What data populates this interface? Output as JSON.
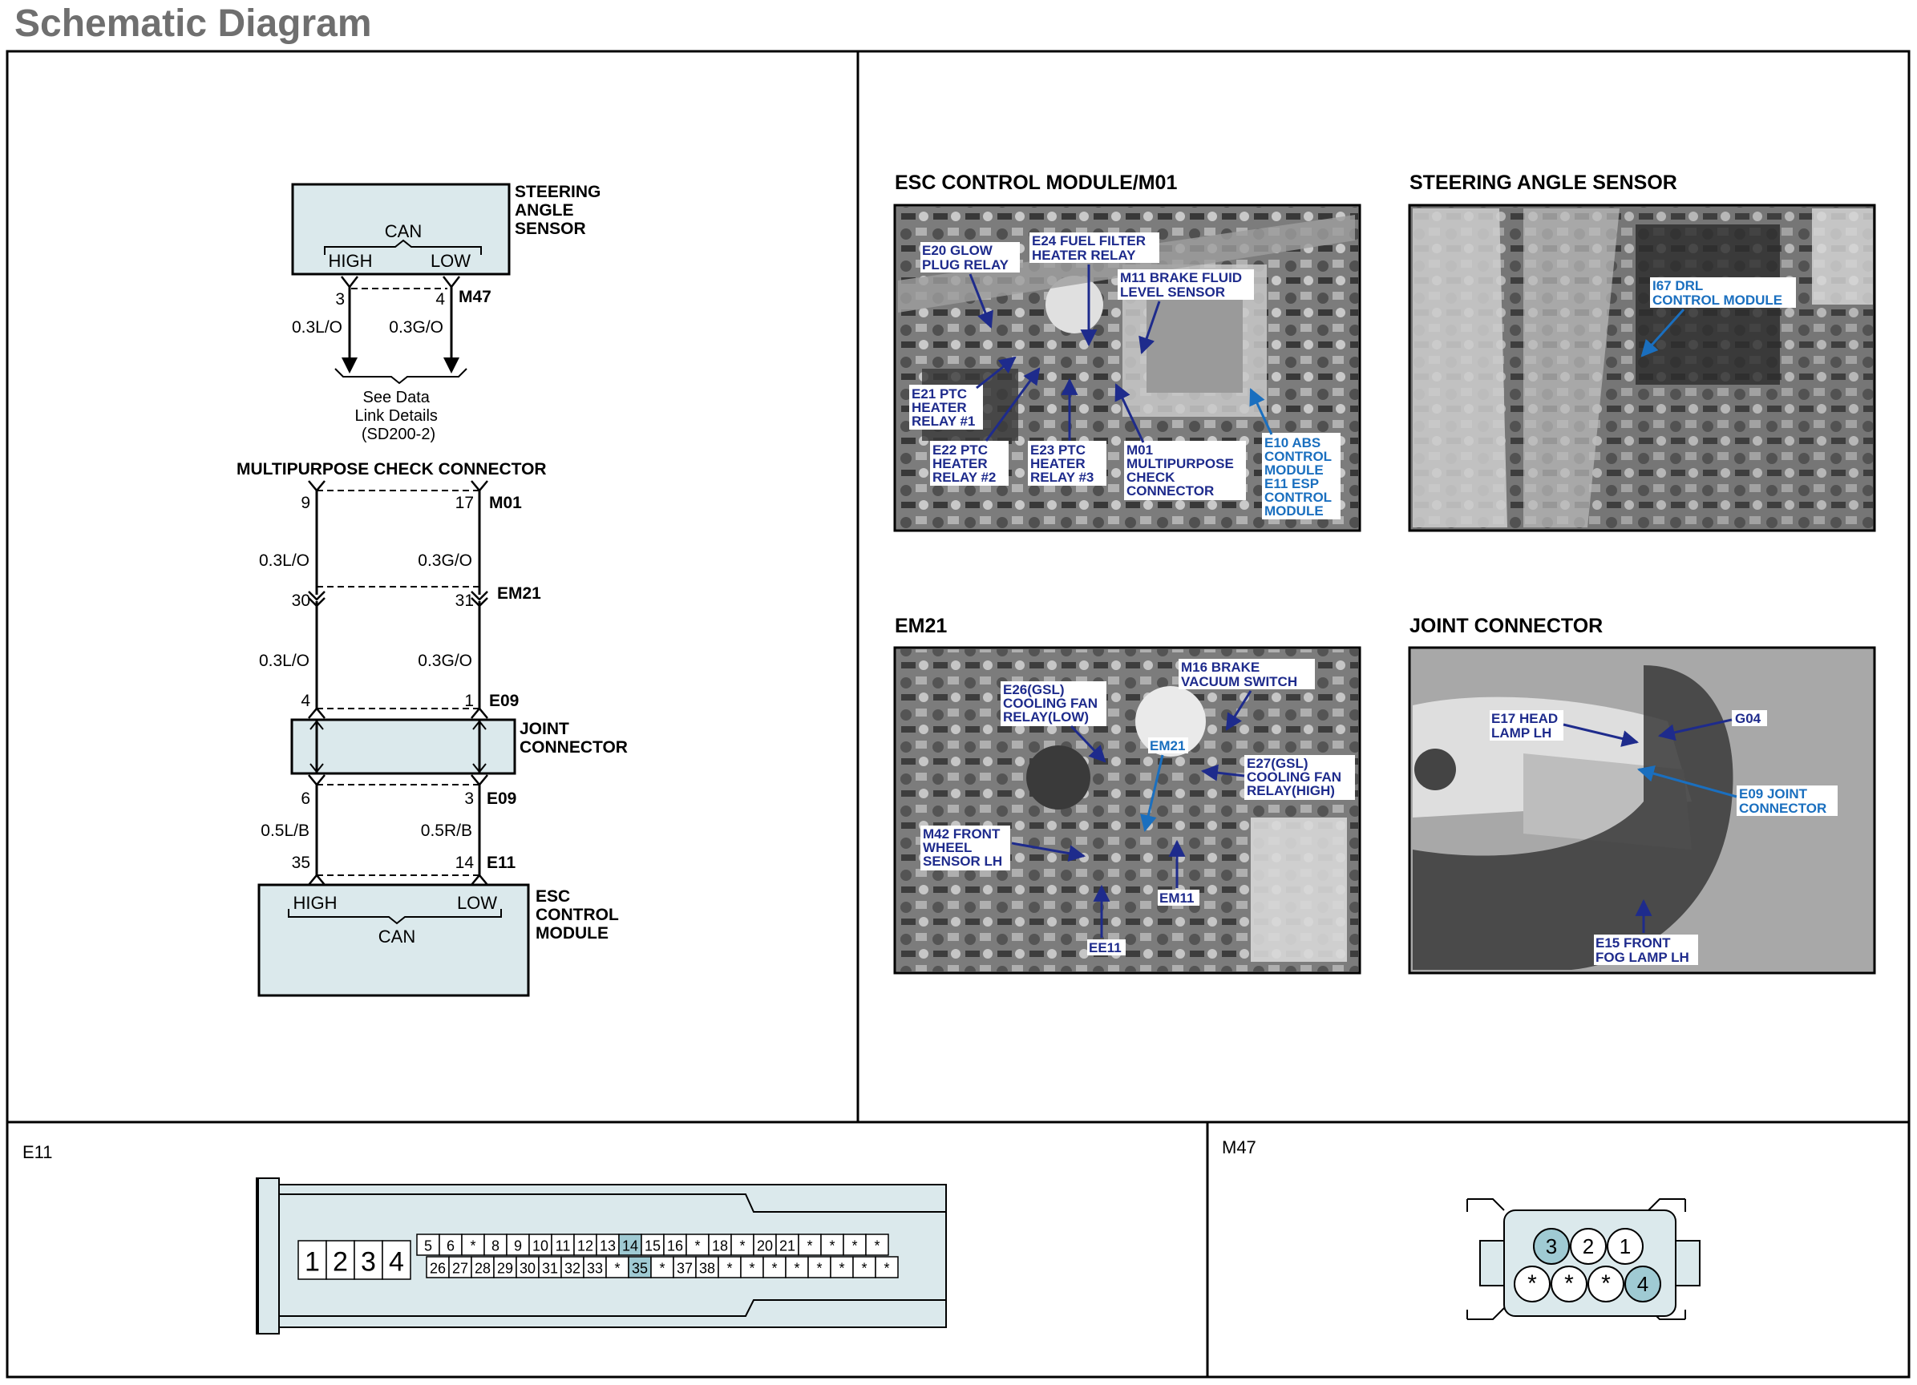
{
  "page_title": "Schematic Diagram",
  "colors": {
    "component_fill": "#dbe9ec",
    "pin_highlight": "#9fcad3",
    "callout_navy": "#1e2b8c",
    "callout_blue": "#1a6fbf",
    "title_gray": "#6f6f6f"
  },
  "schematic": {
    "steering_sensor": {
      "name_lines": [
        "STEERING",
        "ANGLE",
        "SENSOR"
      ],
      "can": "CAN",
      "high": "HIGH",
      "low": "LOW",
      "pins": [
        "3",
        "4"
      ],
      "connector": "M47"
    },
    "wires_top": [
      "0.3L/O",
      "0.3G/O"
    ],
    "data_link_ref": [
      "See Data",
      "Link Details",
      "(SD200-2)"
    ],
    "mcc_title": "MULTIPURPOSE CHECK CONNECTOR",
    "m01": {
      "pins": [
        "9",
        "17"
      ],
      "connector": "M01"
    },
    "wires_mid1": [
      "0.3L/O",
      "0.3G/O"
    ],
    "em21": {
      "pins": [
        "30",
        "31"
      ],
      "connector": "EM21"
    },
    "wires_mid2": [
      "0.3L/O",
      "0.3G/O"
    ],
    "e09_top": {
      "pins": [
        "4",
        "1"
      ],
      "connector": "E09"
    },
    "joint_connector": [
      "JOINT",
      "CONNECTOR"
    ],
    "e09_bottom": {
      "pins": [
        "6",
        "3"
      ],
      "connector": "E09"
    },
    "wires_bottom": [
      "0.5L/B",
      "0.5R/B"
    ],
    "e11": {
      "pins": [
        "35",
        "14"
      ],
      "connector": "E11"
    },
    "esc_module": {
      "name_lines": [
        "ESC",
        "CONTROL",
        "MODULE"
      ],
      "high": "HIGH",
      "low": "LOW",
      "can": "CAN"
    }
  },
  "photos": {
    "esc": {
      "title": "ESC CONTROL MODULE/M01",
      "callouts": [
        [
          "E20 GLOW",
          "PLUG RELAY"
        ],
        [
          "E24 FUEL FILTER",
          "HEATER RELAY"
        ],
        [
          "M11 BRAKE FLUID",
          "LEVEL SENSOR"
        ],
        [
          "E21 PTC",
          "HEATER",
          "RELAY #1"
        ],
        [
          "E22 PTC",
          "HEATER",
          "RELAY #2"
        ],
        [
          "E23 PTC",
          "HEATER",
          "RELAY #3"
        ],
        [
          "M01",
          "MULTIPURPOSE",
          "CHECK",
          "CONNECTOR"
        ],
        [
          "E10 ABS",
          "CONTROL",
          "MODULE",
          "E11 ESP",
          "CONTROL",
          "MODULE"
        ]
      ]
    },
    "sas": {
      "title": "STEERING ANGLE SENSOR",
      "callouts": [
        [
          "I67 DRL",
          "CONTROL MODULE"
        ]
      ]
    },
    "em21": {
      "title": "EM21",
      "callouts": [
        [
          "E26(GSL)",
          "COOLING FAN",
          "RELAY(LOW)"
        ],
        [
          "M16 BRAKE",
          "VACUUM SWITCH"
        ],
        [
          "EM21"
        ],
        [
          "E27(GSL)",
          "COOLING FAN",
          "RELAY(HIGH)"
        ],
        [
          "M42 FRONT",
          "WHEEL",
          "SENSOR LH"
        ],
        [
          "EM11"
        ],
        [
          "EE11"
        ]
      ]
    },
    "joint": {
      "title": "JOINT CONNECTOR",
      "callouts": [
        [
          "E17 HEAD",
          "LAMP LH"
        ],
        [
          "G04"
        ],
        [
          "E09 JOINT",
          "CONNECTOR"
        ],
        [
          "E15 FRONT",
          "FOG LAMP LH"
        ]
      ]
    }
  },
  "e11_connector": {
    "label": "E11",
    "big_pins": [
      "1",
      "2",
      "3",
      "4"
    ],
    "row1": [
      "5",
      "6",
      "*",
      "8",
      "9",
      "10",
      "11",
      "12",
      "13",
      "14",
      "15",
      "16",
      "*",
      "18",
      "*",
      "20",
      "21",
      "*",
      "*",
      "*",
      "*"
    ],
    "row2": [
      "26",
      "27",
      "28",
      "29",
      "30",
      "31",
      "32",
      "33",
      "*",
      "35",
      "*",
      "37",
      "38",
      "*",
      "*",
      "*",
      "*",
      "*",
      "*",
      "*",
      "*"
    ],
    "highlighted": [
      "14",
      "35"
    ]
  },
  "m47_connector": {
    "label": "M47",
    "row1": [
      "3",
      "2",
      "1"
    ],
    "row2": [
      "*",
      "*",
      "*",
      "4"
    ],
    "highlighted": [
      "3",
      "4"
    ]
  }
}
